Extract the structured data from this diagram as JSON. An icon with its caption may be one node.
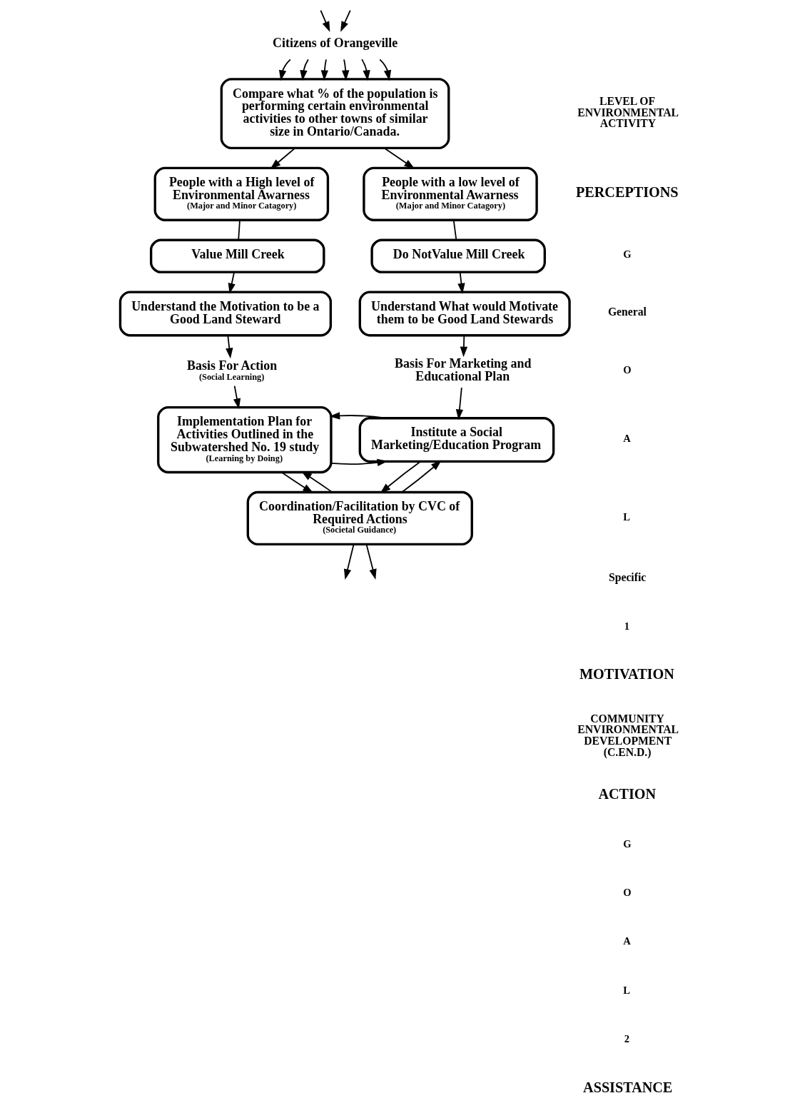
{
  "diagram": {
    "nodes": [
      {
        "text": [
          "Citizens of Orangeville"
        ]
      },
      {
        "text": [
          "Compare what % of the population is performing certain environmental activities to other towns of similar size in Ontario/Canada."
        ]
      },
      {
        "text": [
          "People with a High level of Environmental Awarness",
          "(Major and Minor Catagory)"
        ]
      },
      {
        "text": [
          "People with a low level of Environmental Awarness",
          "(Major and Minor Catagory)"
        ]
      },
      {
        "text": [
          "Value Mill Creek"
        ]
      },
      {
        "text": [
          "Do NotValue Mill Creek"
        ]
      },
      {
        "text": [
          "Understand the Motivation to be a Good Land Steward"
        ]
      },
      {
        "text": [
          "Understand What would Motivate them to be Good Land Stewards"
        ]
      },
      {
        "text": [
          "Basis For Action",
          "(Social Learning)"
        ]
      },
      {
        "text": [
          "Basis For Marketing and Educational Plan"
        ]
      },
      {
        "text": [
          "Implementation Plan for Activities Outlined in the Subwatershed No. 19 study",
          "(Learning by Doing)"
        ]
      },
      {
        "text": [
          "Institute a Social Marketing/Education Program"
        ]
      },
      {
        "text": [
          "Coordination/Facilitation by CVC of Required Actions",
          "(Societal Guidance)"
        ]
      }
    ],
    "edges": [
      {
        "from": null,
        "to": 0,
        "arrow": "to"
      },
      {
        "from": null,
        "to": 0,
        "arrow": "to"
      },
      {
        "from": 0,
        "to": 1,
        "arrow": "to"
      },
      {
        "from": 0,
        "to": 1,
        "arrow": "to"
      },
      {
        "from": 0,
        "to": 1,
        "arrow": "to"
      },
      {
        "from": 0,
        "to": 1,
        "arrow": "to"
      },
      {
        "from": 0,
        "to": 1,
        "arrow": "to"
      },
      {
        "from": 0,
        "to": 1,
        "arrow": "to"
      },
      {
        "from": 1,
        "to": 2,
        "arrow": "to"
      },
      {
        "from": 1,
        "to": 3,
        "arrow": "to"
      },
      {
        "from": 2,
        "to": 4,
        "arrow": "none"
      },
      {
        "from": 3,
        "to": 5,
        "arrow": "none"
      },
      {
        "from": 4,
        "to": 6,
        "arrow": "to"
      },
      {
        "from": 5,
        "to": 7,
        "arrow": "to"
      },
      {
        "from": 6,
        "to": 8,
        "arrow": "to"
      },
      {
        "from": 7,
        "to": 9,
        "arrow": "to"
      },
      {
        "from": 8,
        "to": 10,
        "arrow": "to"
      },
      {
        "from": 9,
        "to": 11,
        "arrow": "to"
      },
      {
        "from": 10,
        "to": 11,
        "arrow": "to"
      },
      {
        "from": 11,
        "to": 10,
        "arrow": "to"
      },
      {
        "from": 10,
        "to": 12,
        "arrow": "to"
      },
      {
        "from": 12,
        "to": 10,
        "arrow": "to"
      },
      {
        "from": 12,
        "to": 11,
        "arrow": "to"
      },
      {
        "from": 11,
        "to": 12,
        "arrow": "to"
      },
      {
        "from": 12,
        "to": null,
        "arrow": "to"
      },
      {
        "from": 12,
        "to": null,
        "arrow": "to"
      }
    ],
    "labels": [
      "LEVEL OF ENVIRONMENTAL ACTIVITY",
      "PERCEPTIONS",
      "G",
      "General",
      "O",
      "A",
      "L",
      "Specific",
      "1",
      "MOTIVATION",
      "COMMUNITY ENVIRONMENTAL DEVELOPMENT (C.EN.D.)",
      "ACTION",
      "G",
      "O",
      "A",
      "L",
      "2",
      "ASSISTANCE"
    ]
  }
}
